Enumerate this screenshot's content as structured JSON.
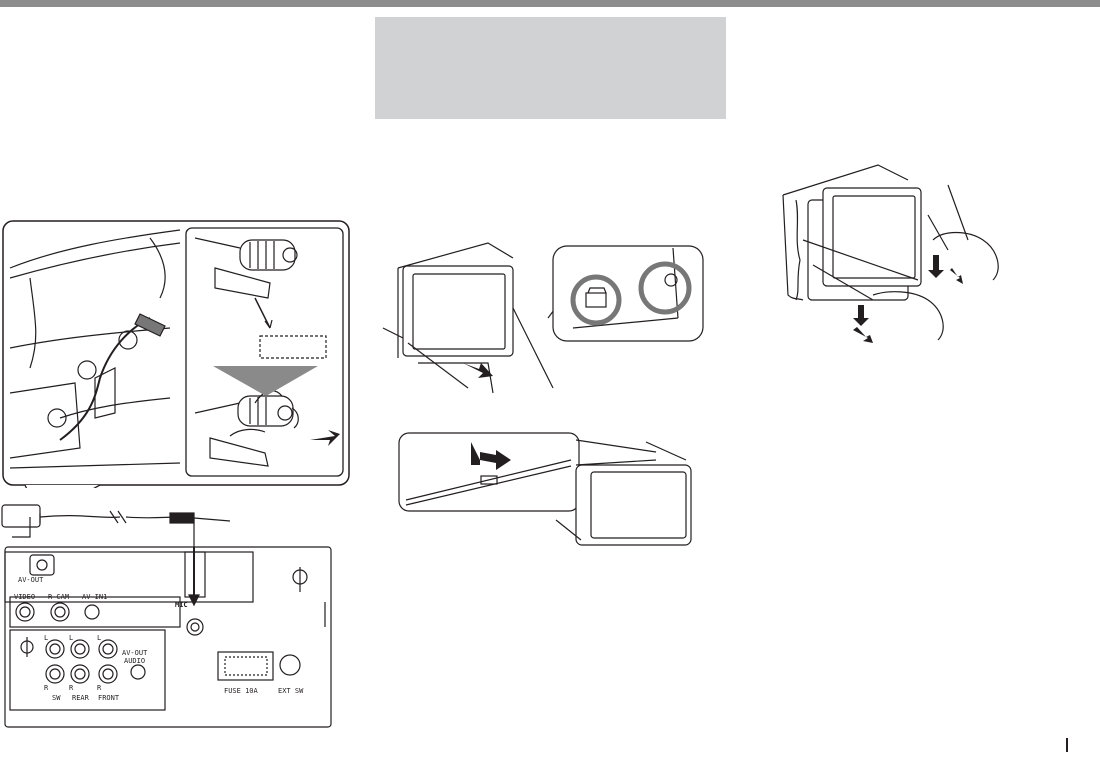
{
  "page": {
    "accent_bar_color": "#8d8d8d",
    "panel_color": "#d1d2d4"
  },
  "panel": {
    "av_out": "AV-OUT",
    "video": "VIDEO",
    "r_cam": "R-CAM",
    "av_in": "AV-IN1",
    "mic": "MIC",
    "l1": "L",
    "l2": "L",
    "l3": "L",
    "r1": "R",
    "r2": "R",
    "r3": "R",
    "av_out_audio_1": "AV-OUT",
    "av_out_audio_2": "AUDIO",
    "sw": "SW",
    "rear": "REAR",
    "front": "FRONT",
    "fuse": "FUSE 10A",
    "ext_sw": "EXT SW"
  },
  "footer": {
    "page_number": ""
  }
}
